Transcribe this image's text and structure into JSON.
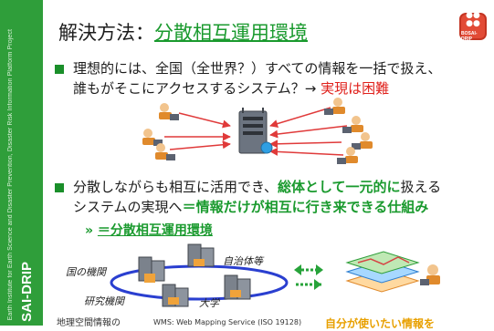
{
  "sidebar": {
    "brand": "SAI-DRIP",
    "vertical_text": "Earth Institute for Earth Science and Disaster Prevention, Disaster Risk Information Platform Project"
  },
  "header": {
    "title_prefix": "解決方法：",
    "title_accent": "分散相互運用環境",
    "logo_text": "BOSAI-DRIP"
  },
  "bullet1": {
    "line1": "理想的には、全国（全世界？）すべての情報を一括で扱え、",
    "line2_a": "誰もがそこにアクセスするシステム？→ ",
    "line2_red": "実現は困難"
  },
  "bullet2": {
    "line1_a": "分散しながらも相互に活用でき、",
    "line1_green": "総体として一元的に",
    "line1_b": "扱える",
    "line2_a": "システムの実現へ",
    "line2_green": "＝情報だけが相互に行き来できる仕組み"
  },
  "sub": {
    "prefix": "» ",
    "text": "＝分散相互運用環境"
  },
  "diagram": {
    "label_national": "国の機関",
    "label_local": "自治体等",
    "label_research": "研究機関",
    "label_university": "大学"
  },
  "footer": {
    "left": "地理空間情報の",
    "mid": "WMS: Web Mapping Service (ISO 19128)",
    "right": "自分が使いたい情報を"
  },
  "colors": {
    "brand_green": "#2f9e3a",
    "accent_green": "#1a9a2e",
    "alert_red": "#e0211c",
    "ring_blue": "#2a3fd0",
    "highlight_orange": "#e8a000"
  }
}
